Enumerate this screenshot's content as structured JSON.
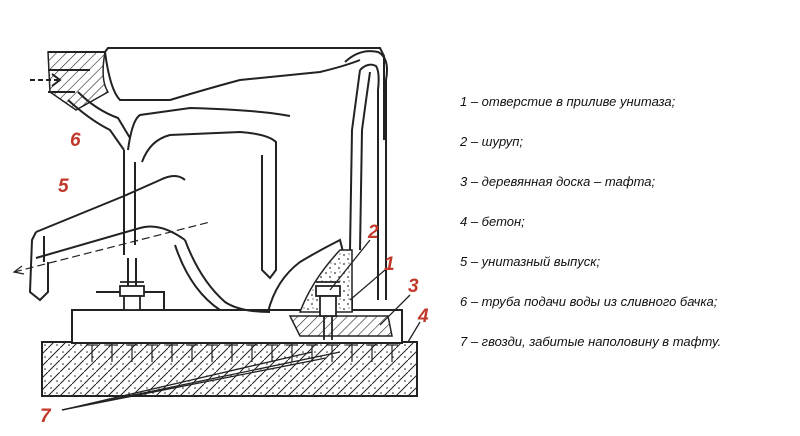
{
  "callouts": {
    "c1": "1",
    "c2": "2",
    "c3": "3",
    "c4": "4",
    "c5": "5",
    "c6": "6",
    "c7": "7"
  },
  "legend": [
    "1 – отверстие в приливе унитаза;",
    "2 – шуруп;",
    "3 – деревянная доска – тафта;",
    "4 – бетон;",
    "5 – унитазный выпуск;",
    "6 – труба подачи воды из сливного бачка;",
    "7 – гвозди, забитые наполовину в тафту."
  ],
  "colors": {
    "callout": "#c0392b",
    "line": "#222222"
  }
}
